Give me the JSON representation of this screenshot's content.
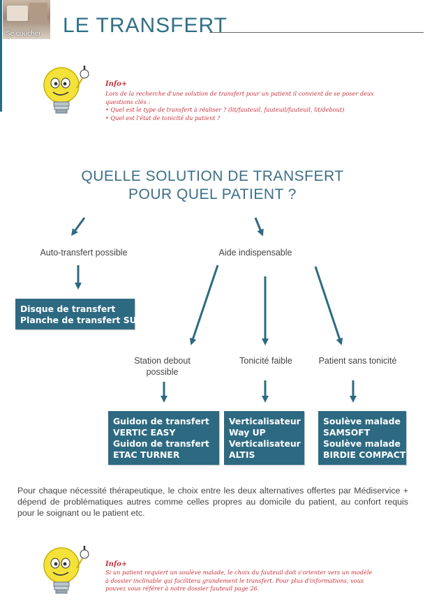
{
  "header": {
    "thumbnail_label": "Se coucher",
    "title": "LE TRANSFERT"
  },
  "info_top": {
    "title": "Info+",
    "lines": [
      "Lors de la recherche d'une solution de transfert pour un patient il convient de se poser deux",
      "questions clés :",
      "• Quel est le type de transfert à réaliser ? (lit/fauteuil, fauteuil/fauteuil, lit/debout)",
      "• Quel est l'état de tonicité du patient ?"
    ]
  },
  "headline": {
    "line1": "QUELLE SOLUTION DE TRANSFERT",
    "line2": "POUR QUEL PATIENT ?"
  },
  "flow": {
    "auto_label": "Auto-transfert possible",
    "aide_label": "Aide indispensable",
    "auto_box": [
      "Disque de transfert",
      "Planche de transfert SURF"
    ],
    "branches": [
      {
        "label_line1": "Station debout",
        "label_line2": "possible",
        "box": [
          "Guidon de transfert",
          "VERTIC EASY",
          "Guidon de transfert",
          "ETAC TURNER"
        ]
      },
      {
        "label_line1": "Tonicité faible",
        "label_line2": "",
        "box": [
          "Verticalisateur",
          "Way UP",
          "Verticalisateur",
          "ALTIS"
        ]
      },
      {
        "label_line1": "Patient sans tonicité",
        "label_line2": "",
        "box": [
          "Soulève malade",
          "SAMSOFT",
          "Soulève malade",
          "BIRDIE COMPACT"
        ]
      }
    ],
    "arrow_color": "#2d6a82"
  },
  "paragraph": "Pour chaque nécessité thérapeutique, le choix entre les deux alternatives offertes par Médiservice + dépend de problématiques autres comme celles propres au domicile du patient, au confort requis pour le soignant ou le patient etc.",
  "info_bottom": {
    "title": "Info+",
    "lines": [
      "Si un patient requiert un soulève malade, le choix du fauteuil doit s'orienter vers un modèle",
      "à dossier inclinable qui facilitera grandement le transfert. Pour plus d'informations, vous",
      "pouvez vous référer à notre dossier fauteuil page 26."
    ]
  },
  "icons": {
    "mascot": "lightbulb-mascot-icon"
  }
}
